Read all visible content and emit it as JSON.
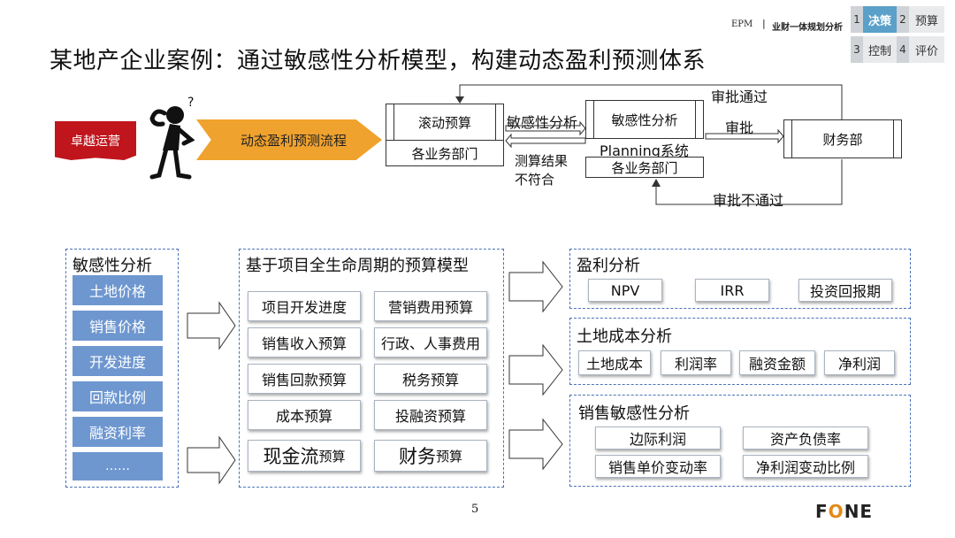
{
  "header": {
    "epm": "EPM",
    "separator": "|",
    "subtitle": "业财一体规划分析",
    "nav": [
      {
        "num": "1",
        "label": "决策",
        "active": true
      },
      {
        "num": "2",
        "label": "预算",
        "active": false
      },
      {
        "num": "3",
        "label": "控制",
        "active": false
      },
      {
        "num": "4",
        "label": "评价",
        "active": false
      }
    ]
  },
  "title": "某地产企业案例：通过敏感性分析模型，构建动态盈利预测体系",
  "flow": {
    "excellence_label": "卓越运营",
    "process_label": "动态盈利预测流程",
    "rolling_budget": "滚动预算",
    "rolling_dept": "各业务部门",
    "sensitivity_arrow_label": "敏感性分析",
    "mismatch_label_1": "测算结果",
    "mismatch_label_2": "不符合",
    "sensitivity_box": "敏感性分析",
    "planning_system": "Planning系统",
    "planning_dept": "各业务部门",
    "approve_label": "审批",
    "finance": "财务部",
    "approved_label": "审批通过",
    "rejected_label": "审批不通过"
  },
  "sensitivity_panel": {
    "title": "敏感性分析",
    "items": [
      "土地价格",
      "销售价格",
      "开发进度",
      "回款比例",
      "融资利率",
      "……"
    ]
  },
  "budget_model": {
    "title": "基于项目全生命周期的预算模型",
    "items": [
      "项目开发进度",
      "营销费用预算",
      "销售收入预算",
      "行政、人事费用",
      "销售回款预算",
      "税务预算",
      "成本预算",
      "投融资预算"
    ],
    "cashflow_big": "现金流",
    "cashflow_small": "预算",
    "finance_big": "财务",
    "finance_small": "预算"
  },
  "profit_analysis": {
    "title": "盈利分析",
    "items": [
      "NPV",
      "IRR",
      "投资回报期"
    ]
  },
  "land_cost": {
    "title": "土地成本分析",
    "items": [
      "土地成本",
      "利润率",
      "融资金额",
      "净利润"
    ]
  },
  "sales_sensitivity": {
    "title": "销售敏感性分析",
    "items": [
      "边际利润",
      "资产负债率",
      "销售单价变动率",
      "净利润变动比例"
    ]
  },
  "footer": {
    "page": "5",
    "logo_f": "F",
    "logo_o": "O",
    "logo_ne": "NE"
  },
  "colors": {
    "accent_blue": "#5aa0c8",
    "item_blue": "#6e97d0",
    "orange": "#f0a22e",
    "red": "#c0151c"
  }
}
